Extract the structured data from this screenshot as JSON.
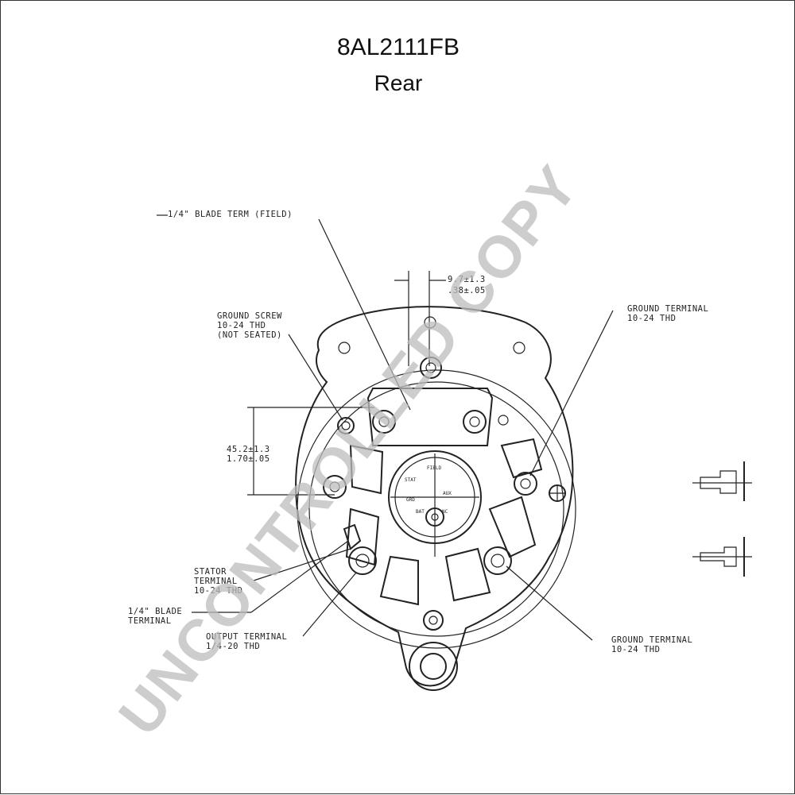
{
  "header": {
    "part_number": "8AL2111FB",
    "view": "Rear"
  },
  "callouts": {
    "blade_field": "1/4\" BLADE TERM (FIELD)",
    "dim_top_1": "9.7±1.3",
    "dim_top_2": ".38±.05",
    "ground_screw_1": "GROUND SCREW",
    "ground_screw_2": "10-24 THD",
    "ground_screw_3": "(NOT SEATED)",
    "ground_terminal_upper_1": "GROUND TERMINAL",
    "ground_terminal_upper_2": "10-24 THD",
    "dim_left_1": "45.2±1.3",
    "dim_left_2": "1.70±.05",
    "stator_1": "STATOR",
    "stator_2": "TERMINAL",
    "stator_3": "10-24 THD",
    "blade_terminal_1": "1/4\" BLADE",
    "blade_terminal_2": "TERMINAL",
    "output_1": "OUTPUT TERMINAL",
    "output_2": "1/4-20 THD",
    "ground_terminal_lower_1": "GROUND TERMINAL",
    "ground_terminal_lower_2": "10-24 THD"
  },
  "hub_labels": {
    "field": "FIELD",
    "stator": "STAT",
    "ground": "GRD",
    "bat": "BAT",
    "aux": "AUX",
    "nc": "NC"
  },
  "watermark": "UNCONTROLLED COPY",
  "colors": {
    "line": "#222222",
    "watermark": "#bdbdbd"
  }
}
